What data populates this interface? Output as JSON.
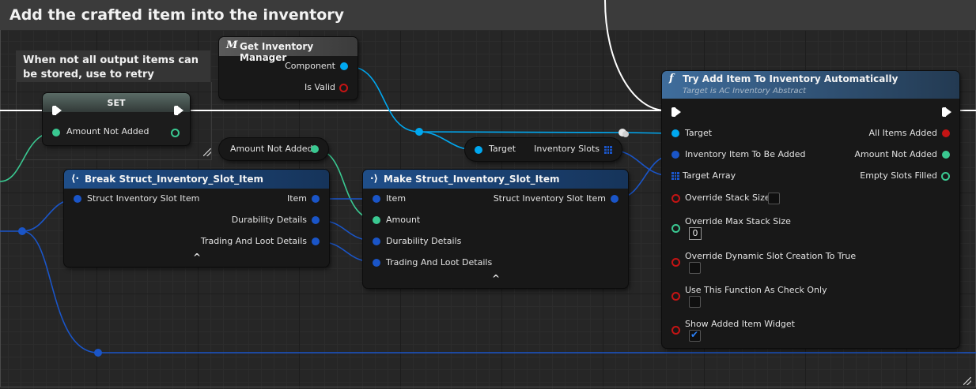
{
  "comment": {
    "title": "Add the crafted item into the inventory"
  },
  "note": {
    "text": "When not all output items can be stored, use to retry"
  },
  "nodes": {
    "get_inventory_manager": {
      "icon": "M",
      "title": "Get Inventory Manager",
      "component_label": "Component",
      "is_valid_label": "Is Valid"
    },
    "set": {
      "title": "SET",
      "amount_not_added_label": "Amount Not Added"
    },
    "amount_not_added_var": {
      "label": "Amount Not Added"
    },
    "inventory_slots": {
      "target_label": "Target",
      "output_label": "Inventory Slots"
    },
    "break_struct": {
      "title": "Break Struct_Inventory_Slot_Item",
      "input_label": "Struct Inventory Slot Item",
      "item_label": "Item",
      "durability_label": "Durability Details",
      "trading_label": "Trading And Loot Details",
      "expand_icon": "^"
    },
    "make_struct": {
      "title": "Make Struct_Inventory_Slot_Item",
      "item_label": "Item",
      "amount_label": "Amount",
      "durability_label": "Durability Details",
      "trading_label": "Trading And Loot Details",
      "output_label": "Struct Inventory Slot Item",
      "expand_icon": "^"
    },
    "try_add": {
      "icon": "f",
      "title": "Try Add Item To Inventory Automatically",
      "subtitle": "Target is AC Inventory Abstract",
      "inputs": {
        "target": "Target",
        "item_to_add": "Inventory Item To Be Added",
        "target_array": "Target Array",
        "override_stack_size": "Override Stack Size",
        "override_max_stack_size": "Override Max Stack Size",
        "override_max_stack_value": "0",
        "override_dynamic": "Override Dynamic Slot Creation To True",
        "check_only": "Use This Function As Check Only",
        "show_widget": "Show Added Item Widget"
      },
      "outputs": {
        "all_items_added": "All Items Added",
        "amount_not_added": "Amount Not Added",
        "empty_slots_filled": "Empty Slots Filled"
      },
      "show_widget_checked": true
    }
  },
  "colors": {
    "exec": "#ffffff",
    "object": "#00a8f0",
    "struct": "#1a55c8",
    "int": "#3ac891",
    "bool": "#c41414",
    "func_header": "#3f6d9c",
    "struct_header": "#1f4e89"
  }
}
